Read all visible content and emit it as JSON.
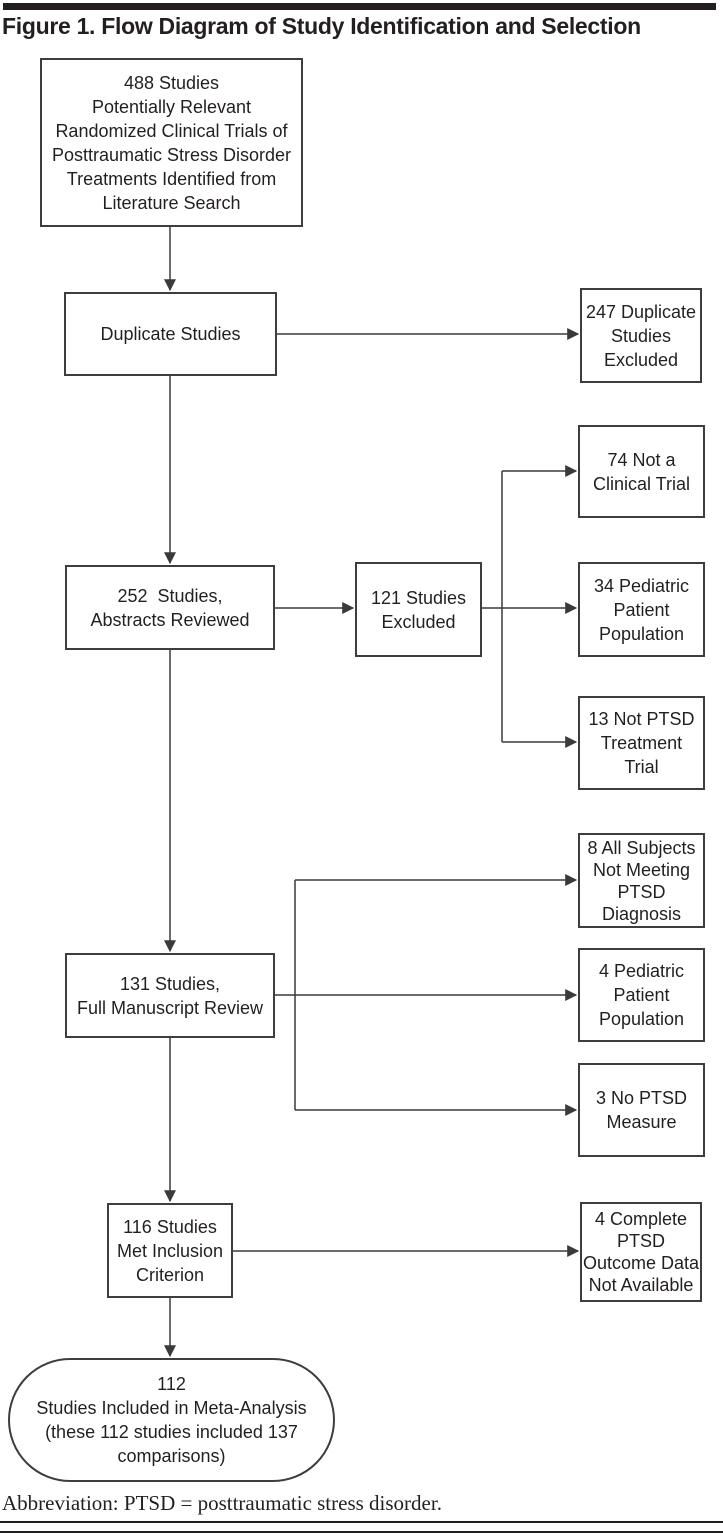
{
  "figure": {
    "title": "Figure 1. Flow Diagram of Study Identification and Selection"
  },
  "diagram": {
    "nodes": {
      "identified": {
        "text": "488 Studies\nPotentially Relevant\nRandomized Clinical Trials of\nPosttraumatic Stress Disorder\nTreatments Identified from\nLiterature Search"
      },
      "duplicate_studies": {
        "text": "Duplicate Studies"
      },
      "duplicates_excluded": {
        "text": "247 Duplicate\nStudies\nExcluded"
      },
      "abstracts_reviewed": {
        "text": "252  Studies,\nAbstracts Reviewed"
      },
      "studies_excluded_121": {
        "text": "121 Studies\nExcluded"
      },
      "not_clinical_trial": {
        "text": "74 Not a\nClinical Trial"
      },
      "pediatric_population_34": {
        "text": "34 Pediatric\nPatient\nPopulation"
      },
      "not_ptsd_treatment_trial": {
        "text": "13 Not PTSD\nTreatment\nTrial"
      },
      "full_manuscript_review": {
        "text": "131 Studies,\nFull Manuscript Review"
      },
      "not_meeting_ptsd_diagnosis": {
        "text": "8 All Subjects\nNot Meeting\nPTSD\nDiagnosis"
      },
      "pediatric_population_4": {
        "text": "4 Pediatric\nPatient\nPopulation"
      },
      "no_ptsd_measure": {
        "text": "3 No PTSD\nMeasure"
      },
      "met_inclusion_criterion": {
        "text": "116 Studies\nMet Inclusion\nCriterion"
      },
      "outcome_data_not_available": {
        "text": "4 Complete\nPTSD\nOutcome Data\nNot Available"
      },
      "meta_analysis": {
        "text": "112\nStudies Included in Meta-Analysis\n(these 112 studies included 137\ncomparisons)"
      }
    }
  },
  "footer": {
    "abbreviation": "Abbreviation: PTSD = posttraumatic stress disorder."
  },
  "colors": {
    "ink": "#231f20",
    "box_border": "#3d3d3d",
    "connector": "#3a3a3a",
    "background": "#ffffff"
  }
}
